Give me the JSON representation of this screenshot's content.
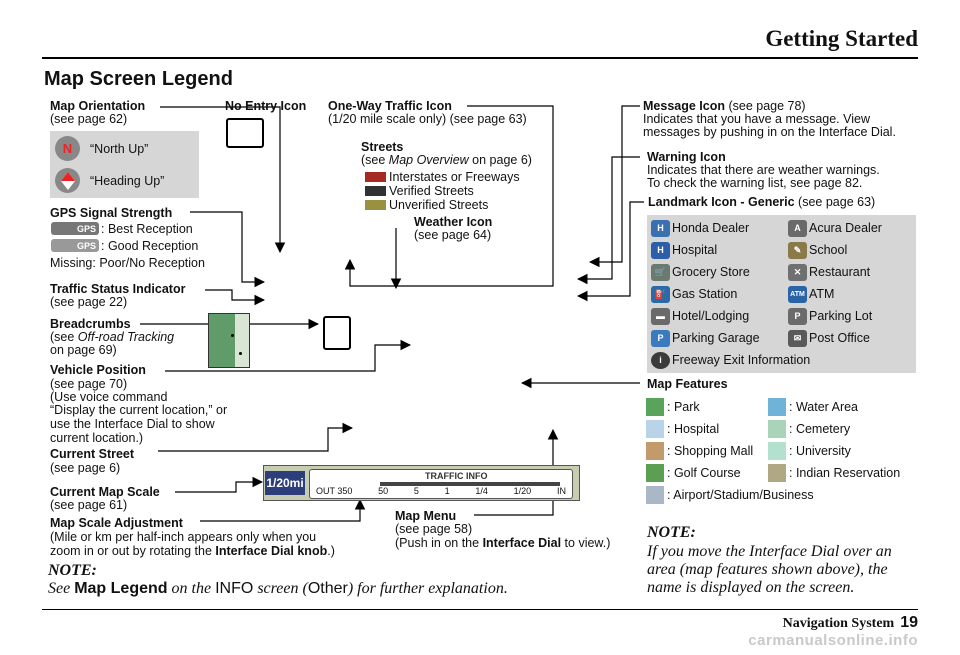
{
  "header": {
    "title": "Getting Started"
  },
  "section_title": "Map Screen Legend",
  "left": {
    "orientation": {
      "title": "Map Orientation",
      "sub": "(see page 62)",
      "north_up": "“North Up”",
      "heading_up": "“Heading Up”"
    },
    "gps": {
      "title": "GPS Signal Strength",
      "best": ": Best Reception",
      "good": ": Good Reception",
      "missing": "Missing: Poor/No Reception",
      "icon_text": "GPS"
    },
    "traffic": {
      "title": "Traffic Status Indicator",
      "sub": "(see page 22)"
    },
    "breadcrumbs": {
      "title": "Breadcrumbs",
      "see": "(see ",
      "ref": "Off-road Tracking",
      "page": "on page 69)"
    },
    "vehicle": {
      "title": "Vehicle Position",
      "l1": "(see page 70)",
      "l2": "(Use voice command",
      "l3": "“Display the current location,” or",
      "l4": "use the Interface Dial to show",
      "l5": "current location.)"
    },
    "street": {
      "title": "Current Street",
      "sub": "(see page 6)"
    },
    "scale": {
      "title": "Current Map Scale",
      "sub": "(see page 61)"
    },
    "adjust": {
      "title": "Map Scale Adjustment",
      "l1": "(Mile or km per half-inch appears only when you",
      "l2a": "zoom in or out by rotating the ",
      "l2b": "Interface Dial knob",
      "l2c": ".)"
    },
    "note": {
      "title": "NOTE:",
      "see": "See ",
      "legend": "Map Legend",
      "on_the": " on the ",
      "info": "INFO",
      "screen": " screen (",
      "other": "Other",
      "rest": ") for further explanation."
    }
  },
  "center": {
    "noentry": {
      "title": "No Entry Icon"
    },
    "oneway": {
      "title": "One-Way Traffic Icon",
      "sub": "(1/20 mile scale only) (see page 63)"
    },
    "streets": {
      "title": "Streets",
      "see": "(see ",
      "ref": "Map Overview",
      "page": " on page 6)",
      "items": [
        {
          "label": "Interstates or Freeways",
          "color": "#a52a22"
        },
        {
          "label": "Verified Streets",
          "color": "#2f3133"
        },
        {
          "label": "Unverified Streets",
          "color": "#9a9140"
        }
      ]
    },
    "weather": {
      "title": "Weather Icon",
      "sub": "(see page 64)"
    },
    "menu": {
      "title": "Map Menu",
      "l1": "(see page 58)",
      "l2a": "(Push in on the ",
      "l2b": "Interface Dial",
      "l2c": " to view.)"
    },
    "bar": {
      "scale": "1/20mi",
      "traffic_info": "TRAFFIC INFO",
      "scales": [
        "OUT 350",
        "50",
        "5",
        "1",
        "1/4",
        "1/20",
        "IN"
      ]
    }
  },
  "right": {
    "message": {
      "title": "Message Icon",
      "see": " (see page 78)",
      "l1": "Indicates that you have a message. View",
      "l2": "messages by pushing in on the Interface Dial."
    },
    "warning": {
      "title": "Warning Icon",
      "l1": "Indicates that there are weather warnings.",
      "l2": "To check the warning list, see page 82."
    },
    "landmark": {
      "title": "Landmark Icon - Generic",
      "see": " (see page 63)",
      "left": [
        {
          "label": "Honda Dealer",
          "icon": "honda-icon",
          "color": "#3a6fb0",
          "glyph": "H"
        },
        {
          "label": "Hospital",
          "icon": "hospital-icon",
          "color": "#2d5fa8",
          "glyph": "H"
        },
        {
          "label": "Grocery Store",
          "icon": "grocery-icon",
          "color": "#6b7a70",
          "glyph": "🛒"
        },
        {
          "label": "Gas Station",
          "icon": "gas-station-icon",
          "color": "#2b6aa6",
          "glyph": "⛽"
        },
        {
          "label": "Hotel/Lodging",
          "icon": "hotel-icon",
          "color": "#6a6a6a",
          "glyph": "▬"
        },
        {
          "label": "Parking Garage",
          "icon": "parking-garage-icon",
          "color": "#3a7bc0",
          "glyph": "P"
        },
        {
          "label": "Freeway Exit Information",
          "icon": "info-icon",
          "color": "#3b3b3b",
          "glyph": "i"
        }
      ],
      "right": [
        {
          "label": "Acura Dealer",
          "icon": "acura-icon",
          "color": "#6a6a6a",
          "glyph": "A"
        },
        {
          "label": "School",
          "icon": "school-icon",
          "color": "#8a7a4a",
          "glyph": "✎"
        },
        {
          "label": "Restaurant",
          "icon": "restaurant-icon",
          "color": "#707070",
          "glyph": "✕"
        },
        {
          "label": "ATM",
          "icon": "atm-icon",
          "color": "#2b63a8",
          "glyph": "ATM"
        },
        {
          "label": "Parking Lot",
          "icon": "parking-lot-icon",
          "color": "#6b6b6b",
          "glyph": "P"
        },
        {
          "label": "Post Office",
          "icon": "post-office-icon",
          "color": "#5a5a5a",
          "glyph": "✉"
        }
      ]
    },
    "features": {
      "title": "Map Features",
      "rows": [
        [
          {
            "label": ": Park",
            "color": "#5aa35a"
          },
          {
            "label": ": Water Area",
            "color": "#6fb4d8"
          }
        ],
        [
          {
            "label": ": Hospital",
            "color": "#b9d4e8"
          },
          {
            "label": ": Cemetery",
            "color": "#a9d4b9"
          }
        ],
        [
          {
            "label": ": Shopping Mall",
            "color": "#c29a6c"
          },
          {
            "label": ": University",
            "color": "#b4e0d0"
          }
        ],
        [
          {
            "label": ": Golf Course",
            "color": "#5d9f52"
          },
          {
            "label": ": Indian Reservation",
            "color": "#b0a884"
          }
        ],
        [
          {
            "label": ": Airport/Stadium/Business",
            "color": "#a9b7c6"
          }
        ]
      ]
    },
    "note": {
      "title": "NOTE:",
      "l1": "If you move the Interface Dial over an",
      "l2": "area (map features shown above), the",
      "l3": "name is displayed on the screen."
    }
  },
  "footer": {
    "label": "Navigation System",
    "page": "19",
    "watermark": "carmanualsonline.info"
  }
}
